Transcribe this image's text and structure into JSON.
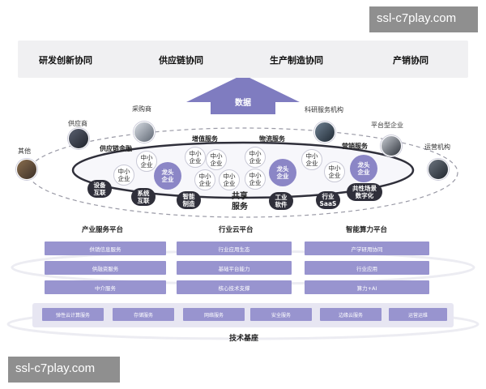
{
  "watermarks": [
    "ssl-c7play.com",
    "ssl-c7play.com"
  ],
  "top_collaborations": [
    "研发创新协同",
    "供应链协同",
    "生产制造协同",
    "产销协同"
  ],
  "arrow_label": "数据",
  "stakeholders": [
    "其他",
    "供应商",
    "采购商",
    "科研服务机构",
    "平台型企业",
    "运营机构"
  ],
  "services": [
    "供应链金融",
    "增值服务",
    "物流服务",
    "营销服务"
  ],
  "nodes": {
    "sme": "中小\n企业",
    "leader": "龙头\n企业",
    "equipment": "设备\n互联",
    "system": "系统\n互联",
    "smart_mfg": "智能\n制造",
    "industrial_sw": "工业\n软件",
    "industry_saas": "行业\nSaaS",
    "common_digital": "共性场景\n数字化"
  },
  "shared_services": "共享\n服务",
  "platforms": [
    {
      "title": "产业服务平台",
      "items": [
        "供销信息服务",
        "供融资服务",
        "中介服务"
      ]
    },
    {
      "title": "行业云平台",
      "items": [
        "行业应用生态",
        "基础平台能力",
        "核心技术支撑"
      ]
    },
    {
      "title": "智能算力平台",
      "items": [
        "产学研用协同",
        "行业应用",
        "算力+AI"
      ]
    }
  ],
  "base": {
    "title": "技术基座",
    "items": [
      "弹性云计算服务",
      "存储服务",
      "网络服务",
      "安全服务",
      "边缘云服务",
      "运营运维"
    ]
  },
  "colors": {
    "accent": "#8b86c6",
    "box": "#9894cf",
    "dark_node": "#2f2f3a",
    "watermark": "#8f8f8f"
  }
}
